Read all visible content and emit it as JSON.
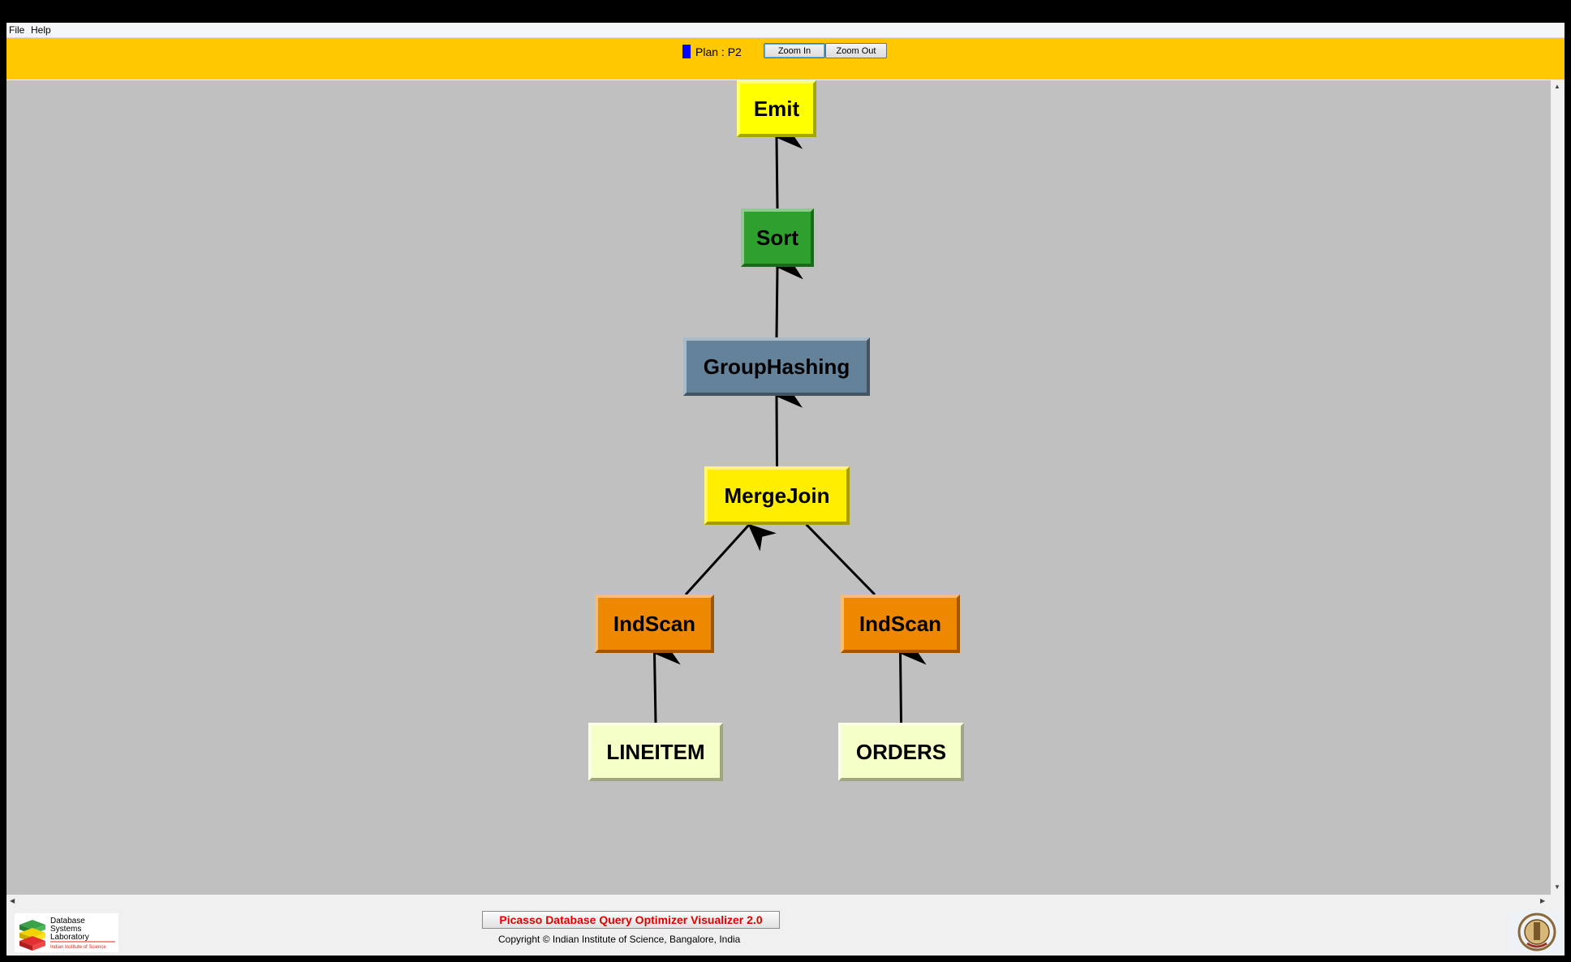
{
  "menubar": {
    "file": "File",
    "help": "Help"
  },
  "toolbar": {
    "plan_label": "Plan : P2",
    "plan_color": "#0000ff",
    "zoom_in_label": "Zoom In",
    "zoom_out_label": "Zoom Out"
  },
  "plan_tree": {
    "nodes": [
      {
        "id": "emit",
        "label": "Emit",
        "color": "#ffff00"
      },
      {
        "id": "sort",
        "label": "Sort",
        "color": "#2ea02e"
      },
      {
        "id": "grouphashing",
        "label": "GroupHashing",
        "color": "#64829a"
      },
      {
        "id": "mergejoin",
        "label": "MergeJoin",
        "color": "#ffee00"
      },
      {
        "id": "indscan-left",
        "label": "IndScan",
        "color": "#ee8800"
      },
      {
        "id": "indscan-right",
        "label": "IndScan",
        "color": "#ee8800"
      },
      {
        "id": "lineitem",
        "label": "LINEITEM",
        "color": "#f5ffc8"
      },
      {
        "id": "orders",
        "label": "ORDERS",
        "color": "#f5ffc8"
      }
    ],
    "edges": [
      {
        "from": "sort",
        "to": "emit"
      },
      {
        "from": "grouphashing",
        "to": "sort"
      },
      {
        "from": "mergejoin",
        "to": "grouphashing"
      },
      {
        "from": "indscan-left",
        "to": "mergejoin"
      },
      {
        "from": "indscan-right",
        "to": "mergejoin"
      },
      {
        "from": "lineitem",
        "to": "indscan-left"
      },
      {
        "from": "orders",
        "to": "indscan-right"
      }
    ]
  },
  "footer": {
    "logo_lines": [
      "Database",
      "Systems",
      "Laboratory",
      "Indian Institute of Science"
    ],
    "title": "Picasso Database Query Optimizer Visualizer 2.0",
    "copyright": "Copyright © Indian Institute of Science, Bangalore, India"
  }
}
